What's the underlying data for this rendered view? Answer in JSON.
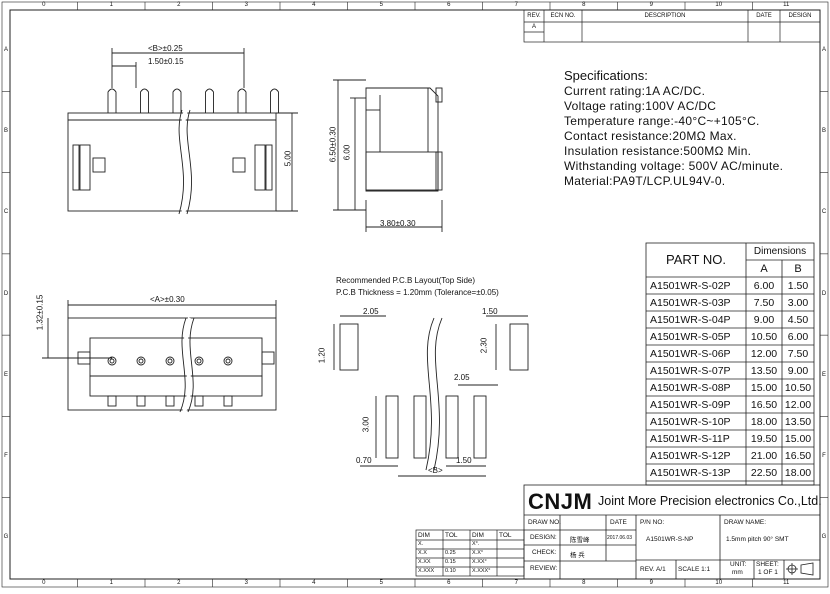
{
  "revision_table": {
    "headers": {
      "rev": "REV.",
      "ecn": "ECN NO.",
      "description": "DESCRIPTION",
      "date": "DATE",
      "design": "DESIGN"
    },
    "rows": [
      {
        "rev": "A"
      }
    ]
  },
  "border": {
    "columns": [
      "0",
      "1",
      "2",
      "3",
      "4",
      "5",
      "6",
      "7",
      "8",
      "9",
      "10",
      "11"
    ],
    "rows": [
      "A",
      "B",
      "C",
      "D",
      "E",
      "F",
      "G"
    ]
  },
  "specifications": {
    "title": "Specifications:",
    "lines": [
      "Current rating:1A AC/DC.",
      "Voltage rating:100V AC/DC",
      "Temperature range:-40°C~+105°C.",
      "Contact resistance:20MΩ Max.",
      "Insulation resistance:500MΩ Min.",
      "Withstanding voltage: 500V AC/minute.",
      "Material:PA9T/LCP.UL94V-0."
    ]
  },
  "drawing_dims": {
    "front_b": "<B>±0.25",
    "front_pitch": "1.50±0.15",
    "front_height": "5.00",
    "side_h1": "6.50±0.30",
    "side_h2": "6.00",
    "side_w": "3.80±0.30",
    "top_a": "<A>±0.30",
    "top_h": "1.32±0.15"
  },
  "pcb": {
    "title": "Recommended P.C.B Layout(Top Side)",
    "thickness": "P.C.B Thickness = 1.20mm (Tolerance=±0.05)",
    "d205a": "2.05",
    "d150a": "1.50",
    "d120": "1.20",
    "d230": "2.30",
    "d205b": "2.05",
    "d300": "3.00",
    "d070": "0.70",
    "d150b": "1.50",
    "db": "<B>"
  },
  "dimension_table": {
    "part_header": "PART NO.",
    "dims_header": "Dimensions",
    "col_a": "A",
    "col_b": "B",
    "rows": [
      {
        "part": "A1501WR-S-02P",
        "a": "6.00",
        "b": "1.50"
      },
      {
        "part": "A1501WR-S-03P",
        "a": "7.50",
        "b": "3.00"
      },
      {
        "part": "A1501WR-S-04P",
        "a": "9.00",
        "b": "4.50"
      },
      {
        "part": "A1501WR-S-05P",
        "a": "10.50",
        "b": "6.00"
      },
      {
        "part": "A1501WR-S-06P",
        "a": "12.00",
        "b": "7.50"
      },
      {
        "part": "A1501WR-S-07P",
        "a": "13.50",
        "b": "9.00"
      },
      {
        "part": "A1501WR-S-08P",
        "a": "15.00",
        "b": "10.50"
      },
      {
        "part": "A1501WR-S-09P",
        "a": "16.50",
        "b": "12.00"
      },
      {
        "part": "A1501WR-S-10P",
        "a": "18.00",
        "b": "13.50"
      },
      {
        "part": "A1501WR-S-11P",
        "a": "19.50",
        "b": "15.00"
      },
      {
        "part": "A1501WR-S-12P",
        "a": "21.00",
        "b": "16.50"
      },
      {
        "part": "A1501WR-S-13P",
        "a": "22.50",
        "b": "18.00"
      }
    ]
  },
  "title_block": {
    "logo": "CNJM",
    "company": "Joint More Precision electronics Co.,Ltd.",
    "draw_no_label": "DRAW NO.",
    "date_label": "DATE",
    "pn_label": "P/N NO:",
    "draw_name_label": "DRAW NAME:",
    "design_label": "DESIGN:",
    "designer": "陈雪峰",
    "date_value": "2017.06.03",
    "pn_value": "A1501WR-S-NP",
    "draw_name_value": "1.5mm pitch 90° SMT",
    "check_label": "CHECK:",
    "checker": "杨 兵",
    "review_label": "REVIEW:",
    "rev_label": "REV. A/1",
    "scale_label": "SCALE 1:1",
    "unit_label": "UNIT:",
    "unit_value": "mm",
    "sheet_label": "SHEET:",
    "sheet_value": "1 OF 1"
  },
  "tolerance_table": {
    "headers": [
      "DIM",
      "TOL",
      "DIM",
      "TOL"
    ],
    "rows": [
      [
        "X.",
        "",
        "X°.",
        ""
      ],
      [
        "X.X",
        "0.25",
        "X.X°",
        ""
      ],
      [
        "X.XX",
        "0.15",
        "X.XX°",
        ""
      ],
      [
        "X.XXX",
        "0.10",
        "X.XXX°",
        ""
      ]
    ]
  }
}
